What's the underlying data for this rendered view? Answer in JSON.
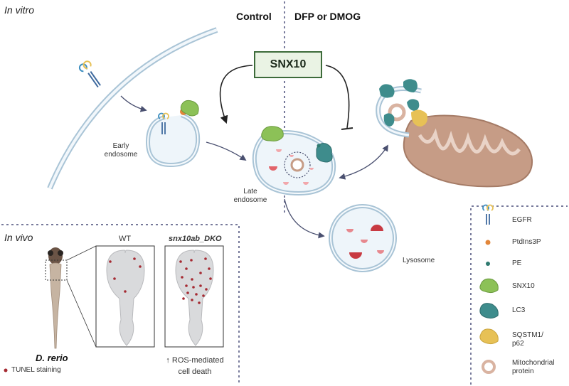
{
  "sections": {
    "in_vitro": "In vitro",
    "in_vivo": "In vivo"
  },
  "conditions": {
    "control": "Control",
    "treatment": "DFP or DMOG"
  },
  "center_box": "SNX10",
  "compartments": {
    "early_endosome": [
      "Early",
      "endosome"
    ],
    "late_endosome": [
      "Late",
      "endosome"
    ],
    "lysosome": "Lysosome"
  },
  "zebrafish": {
    "species": "D. rerio",
    "wt": "WT",
    "dko": "snx10ab_DKO",
    "tunel": "TUNEL staining",
    "outcome": [
      "↑ ROS-mediated",
      "cell death"
    ]
  },
  "legend": [
    {
      "icon": "egfr-icon",
      "label": "EGFR"
    },
    {
      "icon": "ptdins3p-icon",
      "label": "PtdIns3P"
    },
    {
      "icon": "pe-icon",
      "label": "PE"
    },
    {
      "icon": "snx10-icon",
      "label": "SNX10"
    },
    {
      "icon": "lc3-icon",
      "label": "LC3"
    },
    {
      "icon": "sqstm1-icon",
      "label": "SQSTM1/ p62"
    },
    {
      "icon": "mitochondrial-protein-icon",
      "label": "Mitochondrial protein"
    }
  ],
  "colors": {
    "snx10": "#8cc157",
    "lc3": "#3e8c8c",
    "sqstm1": "#e7c156",
    "ptdins3p": "#e2863a",
    "pe": "#2f7a70",
    "mitochondria": "#c69c86",
    "membrane": "#a9c4d6",
    "tunel": "#a52a32",
    "box_fill": "#eaf3e4",
    "box_border": "#3d6b3a",
    "divider": "#4a4f7a"
  }
}
